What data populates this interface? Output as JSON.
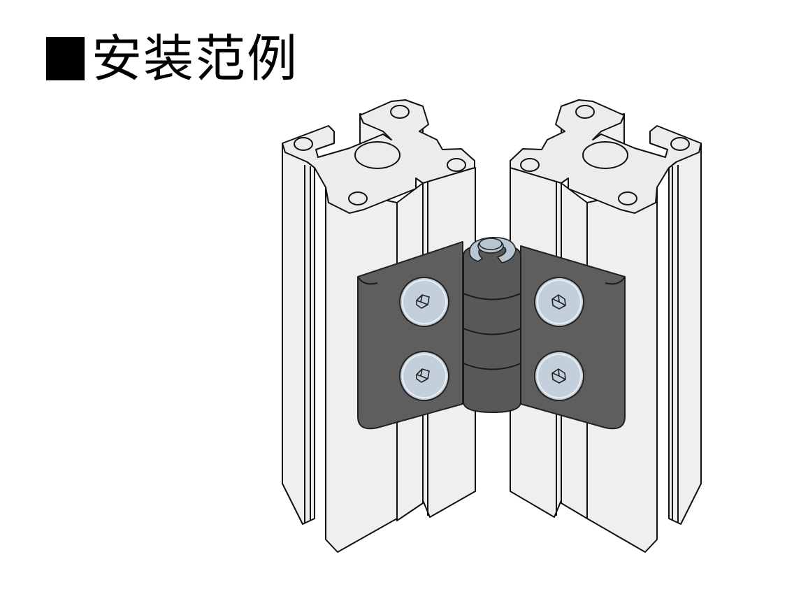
{
  "heading": {
    "marker": "square-bullet",
    "title": "安装范例"
  },
  "illustration": {
    "subject": "hinge-mounted-between-two-aluminum-extrusion-profiles",
    "parts": {
      "profiles": [
        "left-aluminum-profile",
        "right-aluminum-profile"
      ],
      "hinge": "dark-gray-hinge",
      "screws": [
        "screw-top-left",
        "screw-bottom-left",
        "screw-top-right",
        "screw-bottom-right"
      ],
      "pin": "hinge-pin-with-retaining-clip"
    },
    "colors": {
      "aluminum": "#efefef",
      "outline": "#111111",
      "hinge": "#5e5e5e",
      "screw": "#c3cfdb"
    }
  }
}
